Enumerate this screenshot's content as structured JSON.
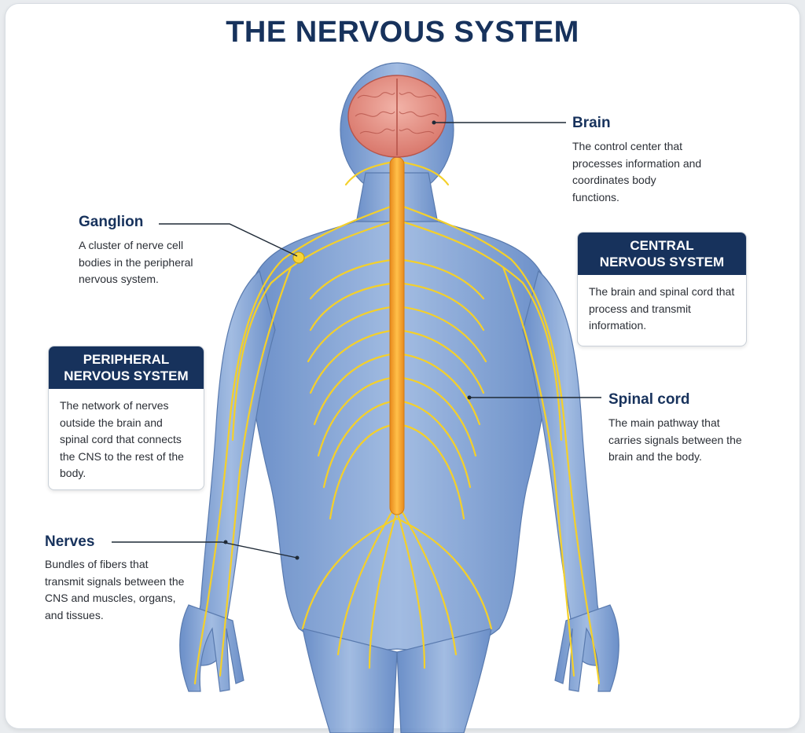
{
  "title": "THE NERVOUS SYSTEM",
  "labels": {
    "brain": {
      "name": "Brain",
      "desc": "The control center that processes information and coordinates body functions."
    },
    "ganglion": {
      "name": "Ganglion",
      "desc": "A cluster of nerve cell bodies in the peripheral nervous system."
    },
    "spinal_cord": {
      "name": "Spinal cord",
      "desc": "The main pathway that carries signals between the brain and the body."
    },
    "nerves": {
      "name": "Nerves",
      "desc": "Bundles of fibers that transmit signals between the CNS and muscles, organs, and tissues."
    }
  },
  "boxes": {
    "cns": {
      "heading_line1": "CENTRAL",
      "heading_line2": "NERVOUS SYSTEM",
      "desc": "The brain and spinal cord that process and transmit information."
    },
    "pns": {
      "heading_line1": "PERIPHERAL",
      "heading_line2": "NERVOUS SYSTEM",
      "desc": "The network of nerves outside the brain and spinal cord that connects the CNS to the rest of the body."
    }
  },
  "colors": {
    "title": "#17325c",
    "body": "#7d9fd3",
    "nerve": "#f4d02a",
    "spinal_cord": "#f5a623",
    "brain": "#e8958a"
  }
}
